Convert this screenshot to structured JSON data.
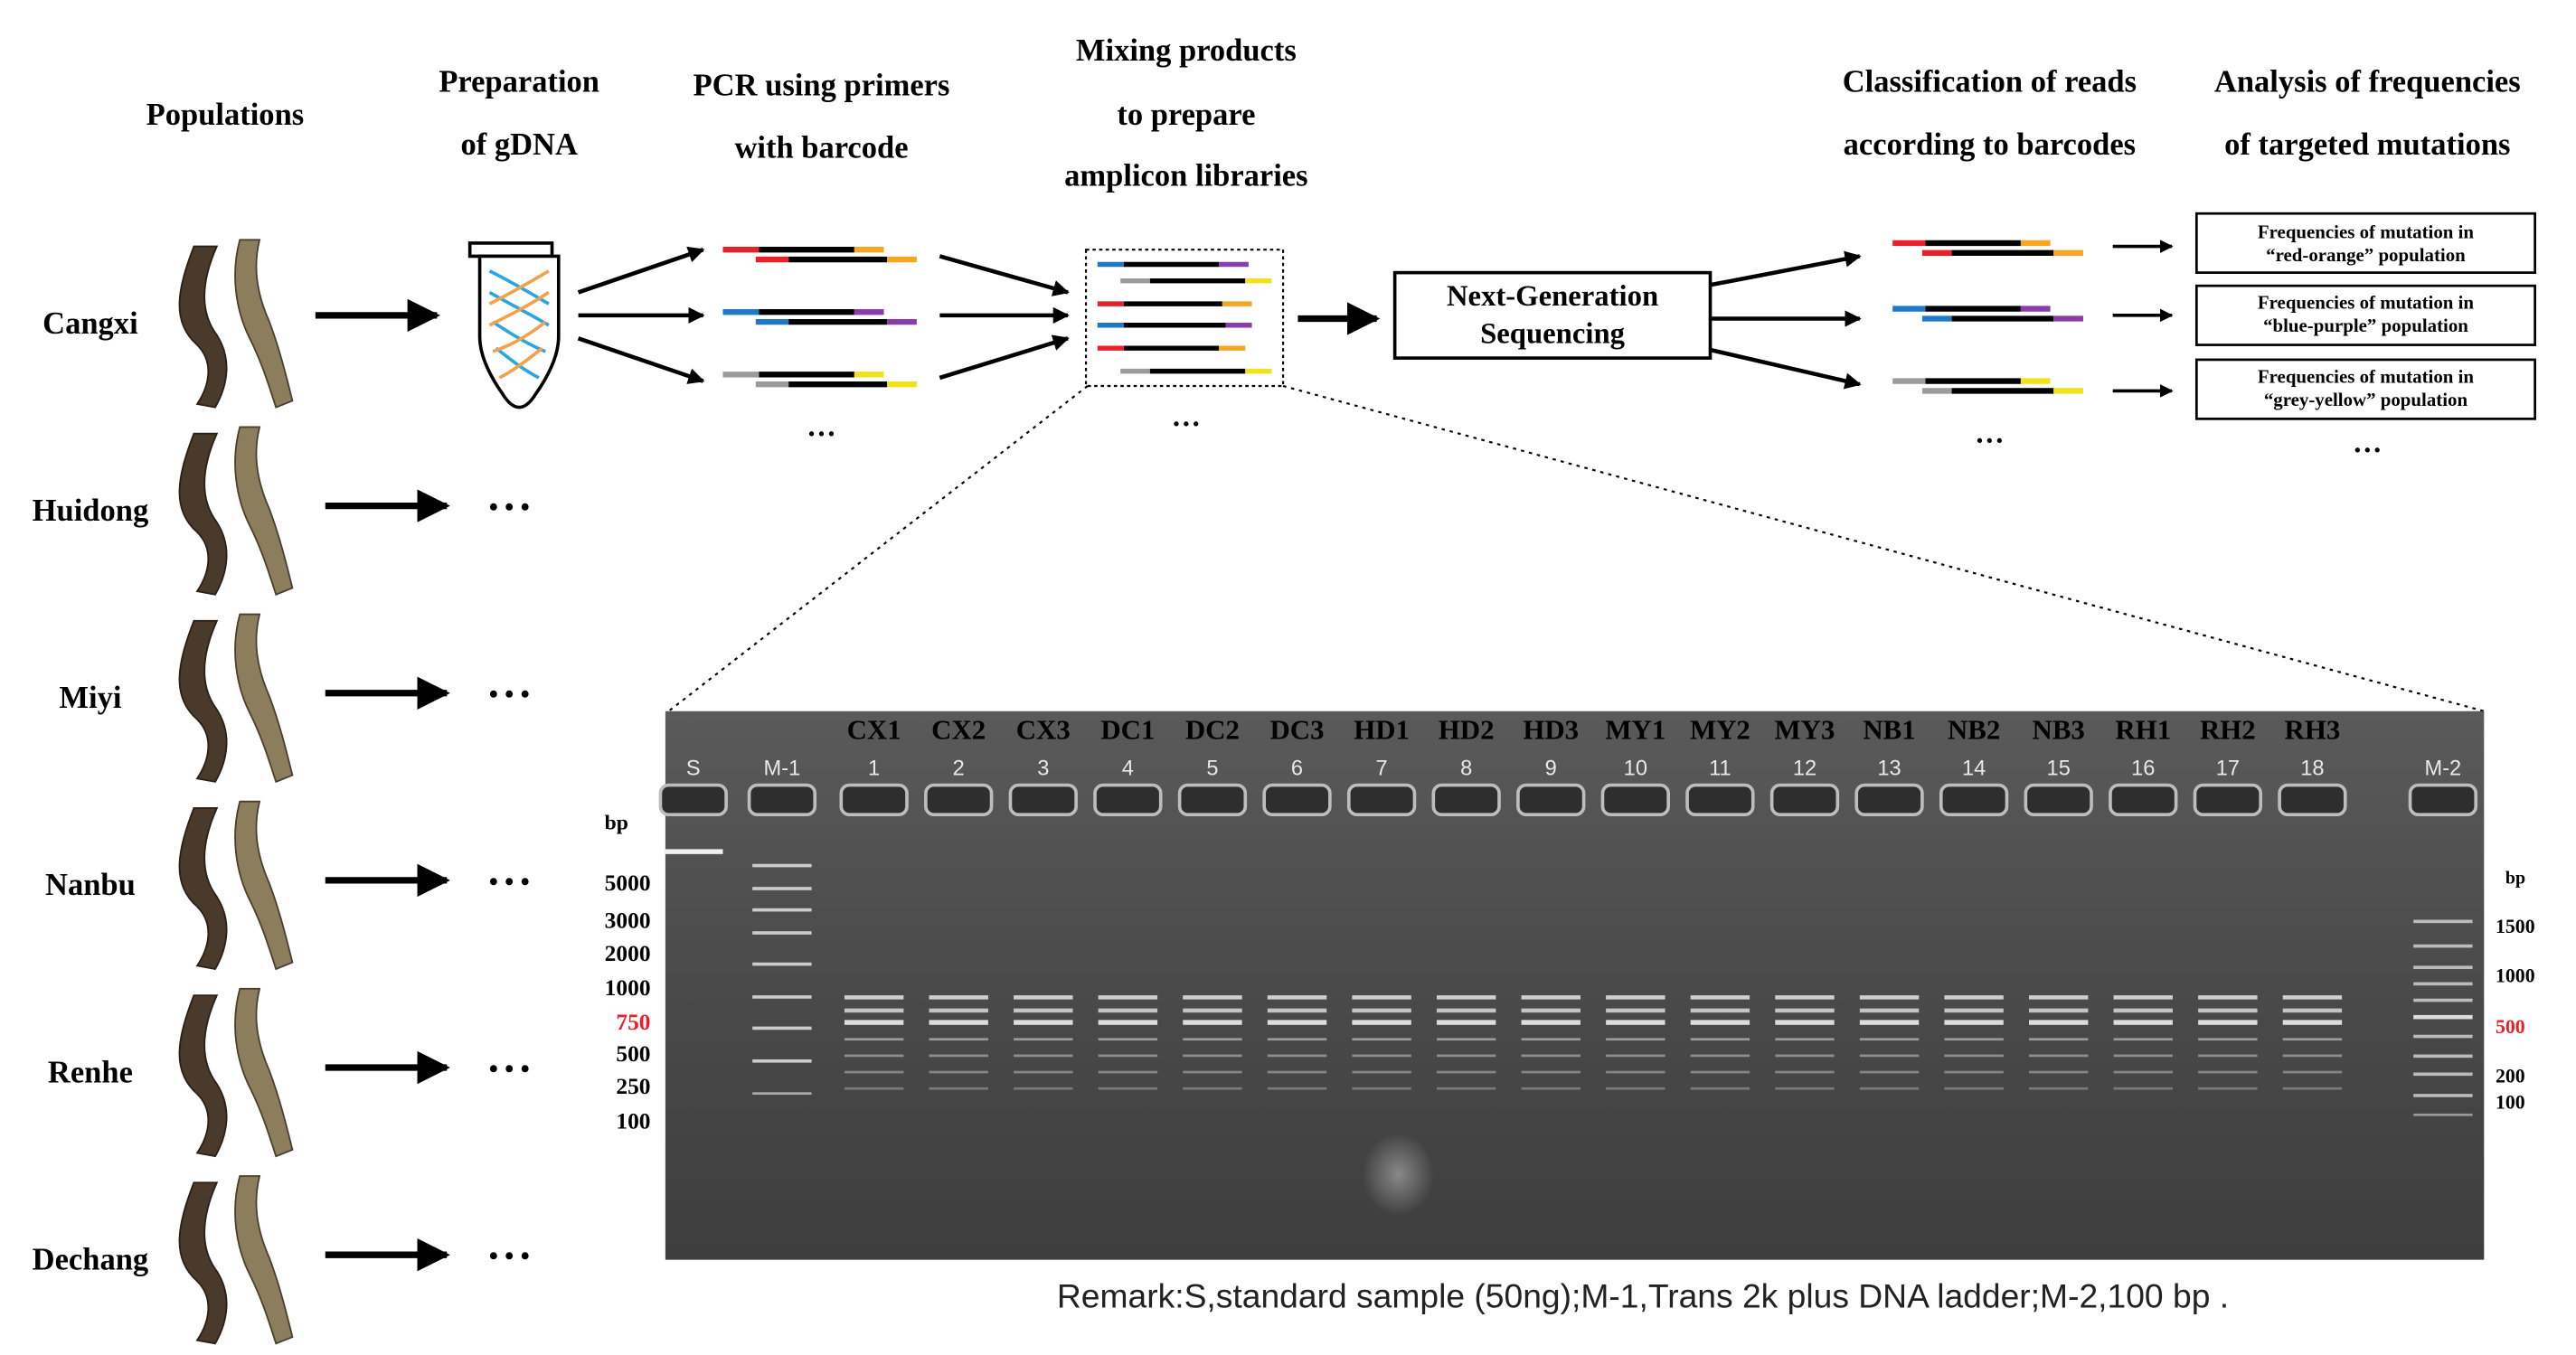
{
  "headers": {
    "populations": "Populations",
    "prep_line1": "Preparation",
    "prep_line2": "of gDNA",
    "pcr_line1": "PCR using primers",
    "pcr_line2": "with barcode",
    "mix_line1": "Mixing products",
    "mix_line2": "to prepare",
    "mix_line3": "amplicon libraries",
    "class_line1": "Classification of reads",
    "class_line2": "according to barcodes",
    "freq_line1": "Analysis of frequencies",
    "freq_line2": "of targeted mutations"
  },
  "populations": [
    "Cangxi",
    "Huidong",
    "Miyi",
    "Nanbu",
    "Renhe",
    "Dechang"
  ],
  "ellipsis": "• • •",
  "small_ellipsis": "···",
  "ngs_line1": "Next-Generation",
  "ngs_line2": "Sequencing",
  "results": [
    {
      "line1": "Frequencies of mutation in",
      "line2": "“red-orange” population"
    },
    {
      "line1": "Frequencies of mutation in",
      "line2": "“blue-purple” population"
    },
    {
      "line1": "Frequencies of mutation in",
      "line2": "“grey-yellow” population"
    }
  ],
  "gel": {
    "sample_labels": [
      "CX1",
      "CX2",
      "CX3",
      "DC1",
      "DC2",
      "DC3",
      "HD1",
      "HD2",
      "HD3",
      "MY1",
      "MY2",
      "MY3",
      "NB1",
      "NB2",
      "NB3",
      "RH1",
      "RH2",
      "RH3"
    ],
    "lane_labels": [
      "S",
      "M-1",
      "1",
      "2",
      "3",
      "4",
      "5",
      "6",
      "7",
      "8",
      "9",
      "10",
      "11",
      "12",
      "13",
      "14",
      "15",
      "16",
      "17",
      "18",
      "M-2"
    ],
    "left_unit": "bp",
    "left_markers": [
      "5000",
      "3000",
      "2000",
      "1000",
      "750",
      "500",
      "250",
      "100"
    ],
    "right_unit": "bp",
    "right_markers": [
      "1500",
      "1000",
      "500",
      "200",
      "100"
    ],
    "remark": "Remark:S,standard sample (50ng);M-1,Trans 2k plus DNA ladder;M-2,100 bp ."
  },
  "colors": {
    "red": "#e8202a",
    "orange": "#f5a623",
    "blue": "#1f77c8",
    "purple": "#8a3ca8",
    "grey": "#9b9b9b",
    "yellow": "#f2e21a",
    "marker_highlight": "#e8202a"
  }
}
